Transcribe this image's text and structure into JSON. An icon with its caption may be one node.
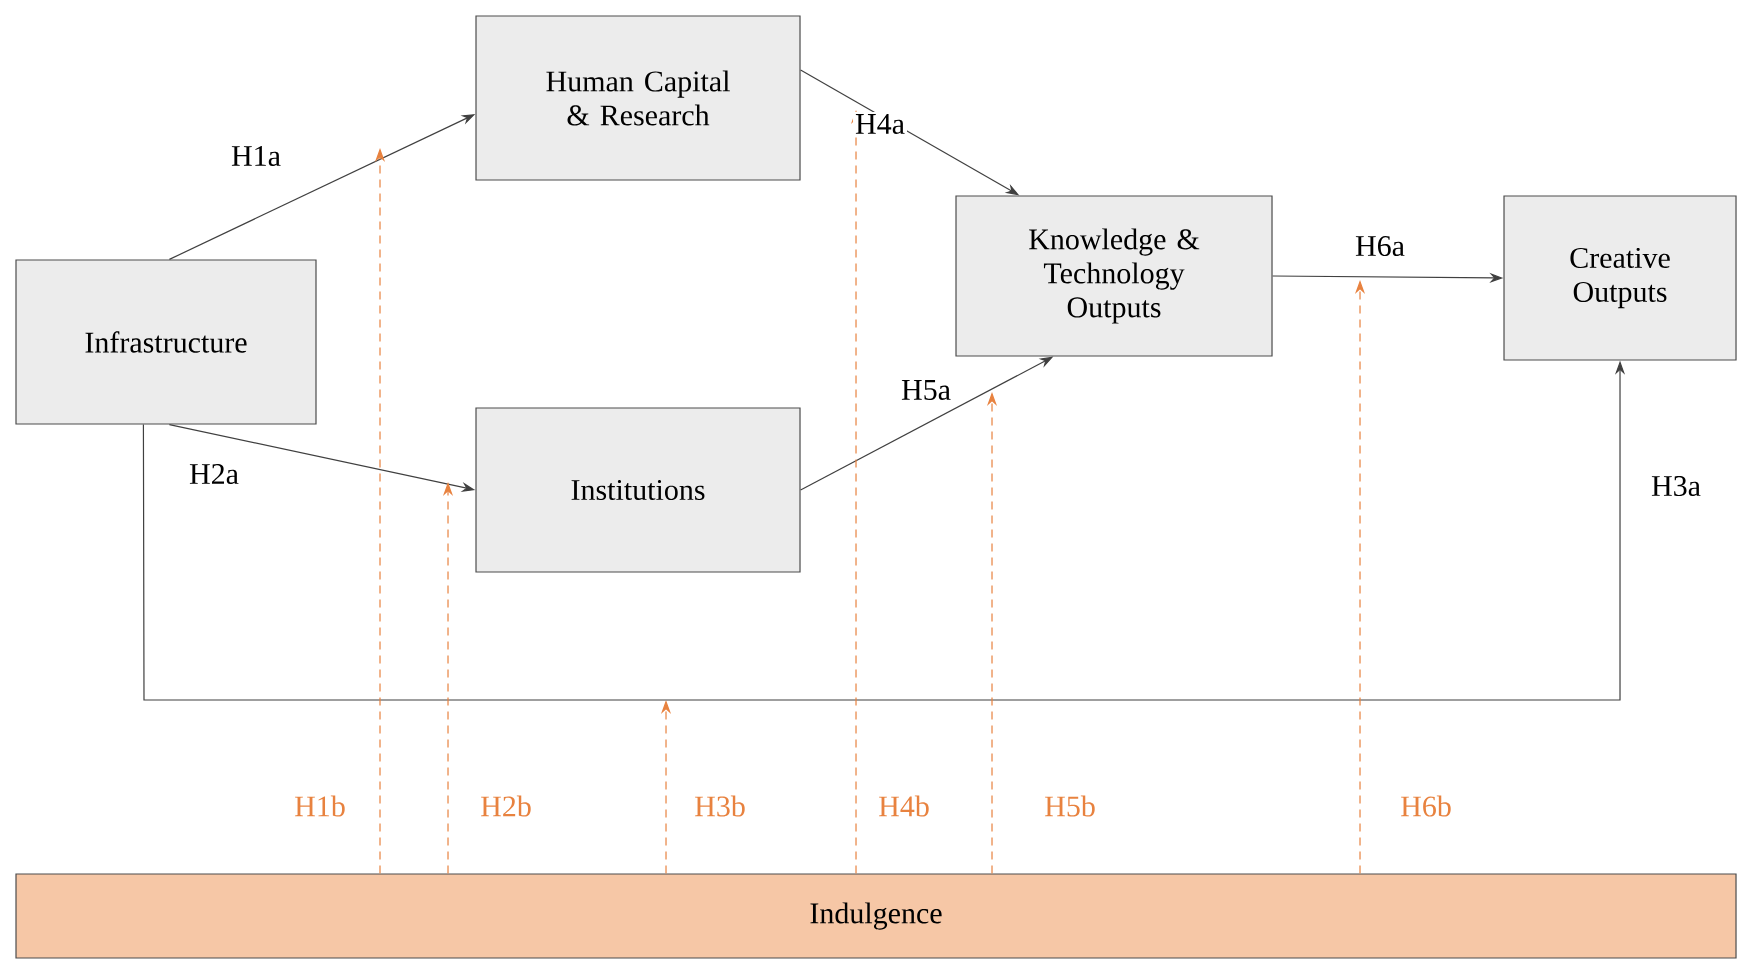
{
  "diagram": {
    "nodes": [
      {
        "text": [
          "Infrastructure"
        ]
      },
      {
        "text": [
          "Human Capital & Research"
        ]
      },
      {
        "text": [
          "Institutions"
        ]
      },
      {
        "text": [
          "Knowledge & Technology Outputs"
        ]
      },
      {
        "text": [
          "Creative Outputs"
        ]
      },
      {
        "text": [
          "Indulgence"
        ]
      }
    ],
    "edges": [
      {
        "from": 0,
        "to": 1,
        "arrow": "to",
        "label": "H1a"
      },
      {
        "from": 0,
        "to": 2,
        "arrow": "to",
        "label": "H2a"
      },
      {
        "from": 0,
        "to": 4,
        "arrow": "to",
        "label": "H3a"
      },
      {
        "from": 1,
        "to": 3,
        "arrow": "to",
        "label": "H4a"
      },
      {
        "from": 2,
        "to": 3,
        "arrow": "to",
        "label": "H5a"
      },
      {
        "from": 3,
        "to": 4,
        "arrow": "to",
        "label": "H6a"
      },
      {
        "from": 5,
        "to": null,
        "arrow": "to",
        "label": "H1b",
        "style": "dashed",
        "color": "#e8823f"
      },
      {
        "from": 5,
        "to": null,
        "arrow": "to",
        "label": "H2b",
        "style": "dashed",
        "color": "#e8823f"
      },
      {
        "from": 5,
        "to": null,
        "arrow": "to",
        "label": "H3b",
        "style": "dashed",
        "color": "#e8823f"
      },
      {
        "from": 5,
        "to": null,
        "arrow": "to",
        "label": "H4b",
        "style": "dashed",
        "color": "#e8823f"
      },
      {
        "from": 5,
        "to": null,
        "arrow": "to",
        "label": "H5b",
        "style": "dashed",
        "color": "#e8823f"
      },
      {
        "from": 5,
        "to": null,
        "arrow": "to",
        "label": "H6b",
        "style": "dashed",
        "color": "#e8823f"
      }
    ]
  }
}
